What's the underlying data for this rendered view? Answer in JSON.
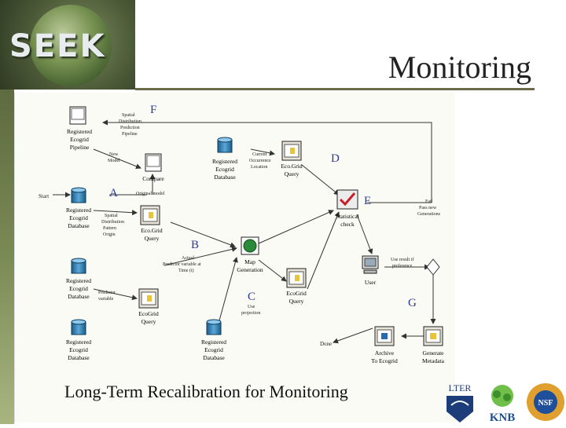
{
  "logo": {
    "text": "SEEK"
  },
  "title": "Monitoring",
  "caption": "Long-Term Recalibration for Monitoring",
  "letters": {
    "a": "A",
    "b": "B",
    "c": "C",
    "d": "D",
    "e": "E",
    "f": "F",
    "g": "G"
  },
  "nodes": {
    "pipeline": [
      "Registered",
      "Ecogrid",
      "Pipeline"
    ],
    "compare": "Compare",
    "db1": [
      "Registered",
      "Ecogrid",
      "Database"
    ],
    "query1": [
      "Eco.Grid",
      "Query"
    ],
    "db_top": [
      "Registered",
      "Ecogrid",
      "Database"
    ],
    "query_top": [
      "Eco.Grid",
      "Query"
    ],
    "stat_check": [
      "Statistical",
      "check"
    ],
    "map_gen": [
      "Map",
      "Generation"
    ],
    "user": "User",
    "db2": [
      "Registered",
      "Ecogrid",
      "Database"
    ],
    "query2": [
      "EcoGrid",
      "Query"
    ],
    "db3": [
      "Registered",
      "Ecogrid",
      "Database"
    ],
    "db4": [
      "Registered",
      "Ecogrid",
      "Database"
    ],
    "query3": [
      "EcoGrid",
      "Query"
    ],
    "archive": [
      "Archive",
      "To Ecogrid"
    ],
    "metadata": [
      "Generate",
      "Metadata"
    ]
  },
  "labels": {
    "start": "Start",
    "done": "Done",
    "spatial_top": [
      "Spatial",
      "Distribution",
      "Prediction",
      "Pipeline"
    ],
    "new_model": [
      "New",
      "Model"
    ],
    "original_model": "Original model",
    "spatial_left": [
      "Spatial",
      "Distribution",
      "Pattern",
      "Origin"
    ],
    "current_occ": [
      "Current",
      "Occurrence",
      "Location"
    ],
    "actual_pred": [
      "Actual",
      "Predictor variable at",
      "Time (t)"
    ],
    "predictor": [
      "Predictor",
      "variable"
    ],
    "use_proj": [
      "Use",
      "projection"
    ],
    "fail": [
      "Fail",
      "Pass new",
      "Generations"
    ],
    "user_pref": [
      "Use result if",
      "preference"
    ]
  },
  "badges": {
    "lter": "LTER",
    "knb": "KNB",
    "nsf": "NSF"
  }
}
